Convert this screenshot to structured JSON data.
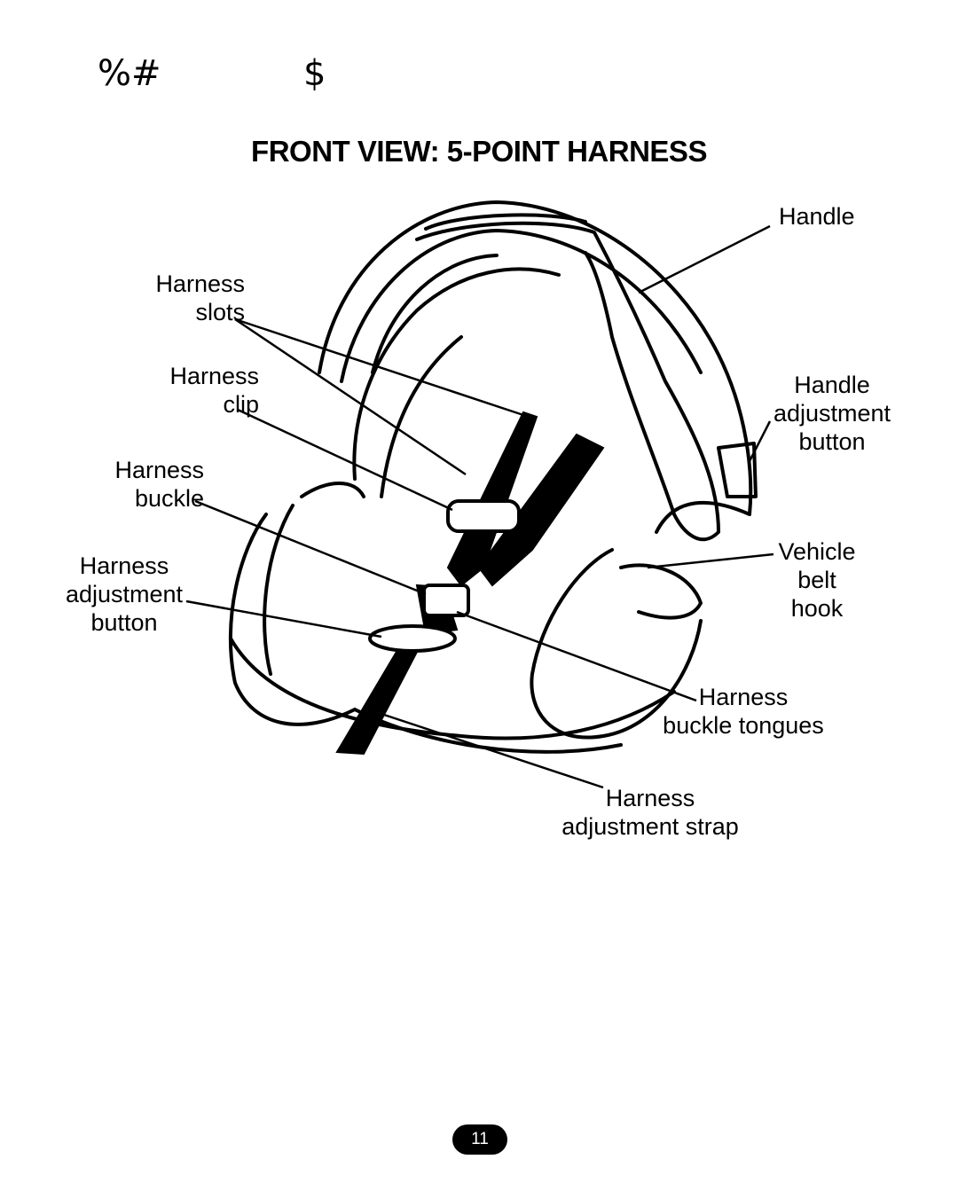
{
  "header": {
    "glyphs_left": "%#",
    "glyphs_right": "$"
  },
  "title": "FRONT VIEW: 5-POINT HARNESS",
  "labels": {
    "handle": "Handle",
    "harness_slots": [
      "Harness",
      "slots"
    ],
    "harness_clip": [
      "Harness",
      "clip"
    ],
    "harness_buckle": [
      "Harness",
      "buckle"
    ],
    "harness_adjustment_button": [
      "Harness",
      "adjustment",
      "button"
    ],
    "handle_adjustment_button": [
      "Handle",
      "adjustment",
      "button"
    ],
    "vehicle_belt_hook": [
      "Vehicle",
      "belt",
      "hook"
    ],
    "harness_buckle_tongues": [
      "Harness",
      "buckle tongues"
    ],
    "harness_adjustment_strap": [
      "Harness",
      "adjustment strap"
    ]
  },
  "page_number": "11"
}
